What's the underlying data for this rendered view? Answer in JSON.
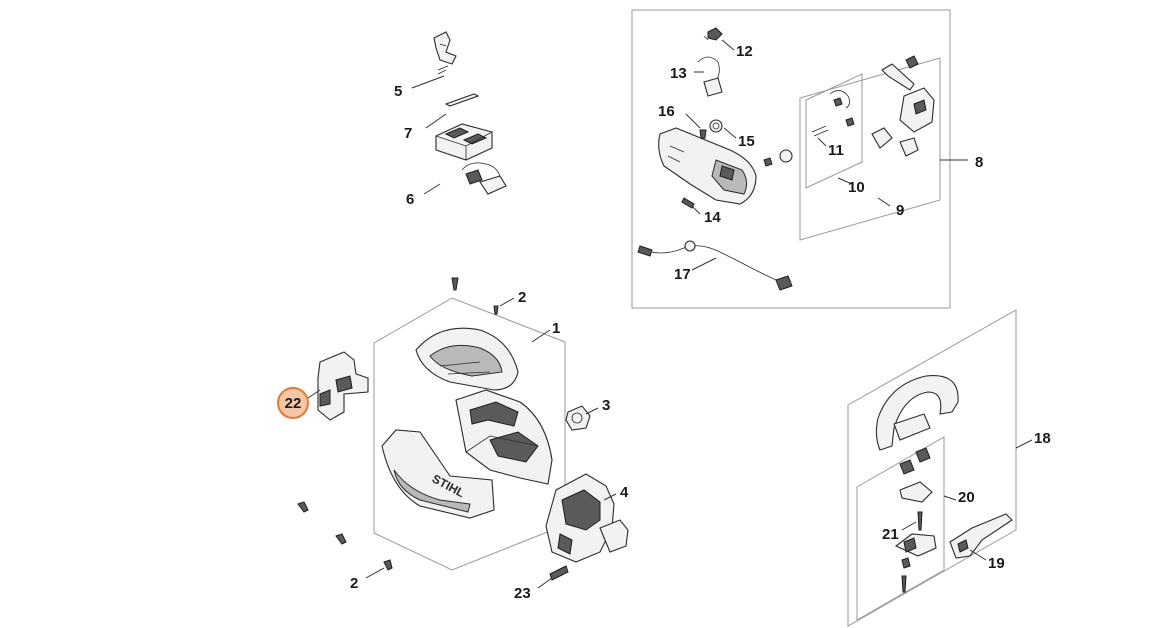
{
  "diagram": {
    "labels": {
      "p1": "1",
      "p2a": "2",
      "p2b": "2",
      "p3": "3",
      "p4": "4",
      "p5": "5",
      "p6": "6",
      "p7": "7",
      "p8": "8",
      "p9": "9",
      "p10": "10",
      "p11": "11",
      "p12": "12",
      "p13": "13",
      "p14": "14",
      "p15": "15",
      "p16": "16",
      "p17": "17",
      "p18": "18",
      "p19": "19",
      "p20": "20",
      "p21": "21",
      "p22": "22",
      "p23": "23"
    },
    "housing_logo": "STIHL",
    "highlighted_part": "22",
    "colors": {
      "highlight_fill": "#f5c6a4",
      "highlight_stroke": "#e07b39"
    }
  }
}
